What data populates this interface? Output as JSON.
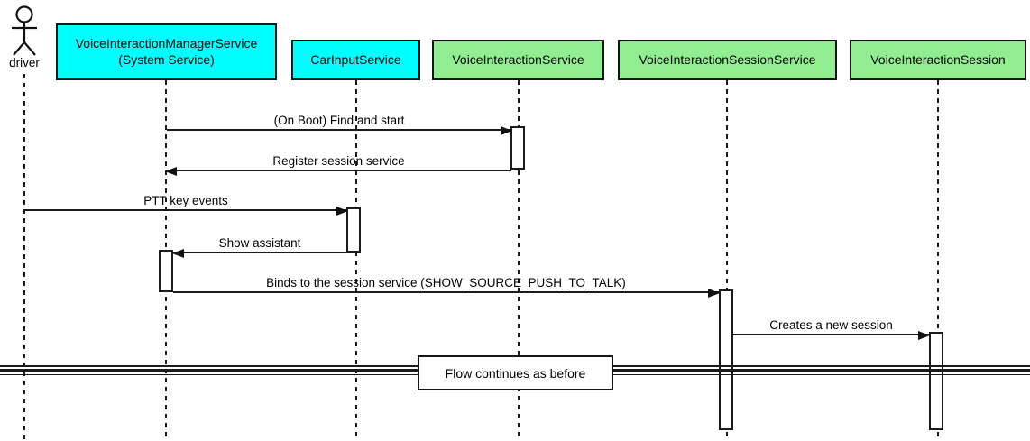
{
  "diagram": {
    "kind": "uml-sequence-diagram"
  },
  "actor": {
    "label": "driver"
  },
  "participants": [
    {
      "name": "VoiceInteractionManagerService\n(System Service)",
      "fill": "#00FFFF"
    },
    {
      "name": "CarInputService",
      "fill": "#00FFFF"
    },
    {
      "name": "VoiceInteractionService",
      "fill": "#90EE90"
    },
    {
      "name": "VoiceInteractionSessionService",
      "fill": "#90EE90"
    },
    {
      "name": "VoiceInteractionSession",
      "fill": "#90EE90"
    }
  ],
  "messages": [
    {
      "label": "(On Boot) Find and start",
      "from": "VoiceInteractionManagerService",
      "to": "VoiceInteractionService",
      "direction": "right"
    },
    {
      "label": "Register session service",
      "from": "VoiceInteractionService",
      "to": "VoiceInteractionManagerService",
      "direction": "left"
    },
    {
      "label": "PTT key events",
      "from": "driver",
      "to": "CarInputService",
      "direction": "right"
    },
    {
      "label": "Show assistant",
      "from": "CarInputService",
      "to": "VoiceInteractionManagerService",
      "direction": "left"
    },
    {
      "label": "Binds to the session service (SHOW_SOURCE_PUSH_TO_TALK)",
      "from": "VoiceInteractionManagerService",
      "to": "VoiceInteractionSessionService",
      "direction": "right"
    },
    {
      "label": "Creates a new session",
      "from": "VoiceInteractionSessionService",
      "to": "VoiceInteractionSession",
      "direction": "right"
    }
  ],
  "divider": {
    "label": "Flow continues as before"
  },
  "colors": {
    "participant_cyan": "#00FFFF",
    "participant_green": "#90EE90",
    "line": "#1B1B1B",
    "background": "#FFFFFF"
  }
}
